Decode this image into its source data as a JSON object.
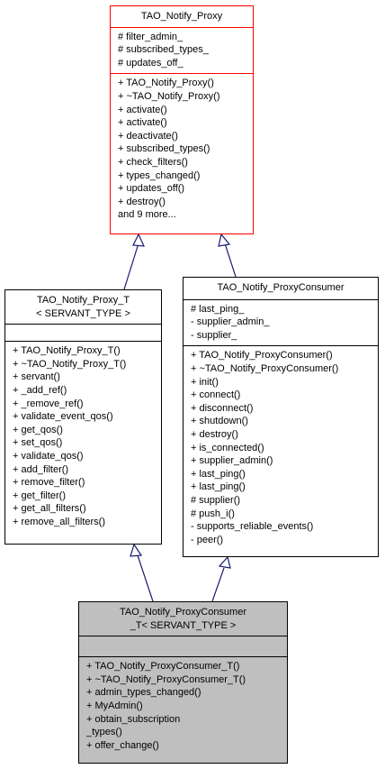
{
  "nodes": {
    "proxy": {
      "title": [
        "TAO_Notify_Proxy"
      ],
      "attributes": [
        "# filter_admin_",
        "# subscribed_types_",
        "# updates_off_"
      ],
      "operations": [
        "+ TAO_Notify_Proxy()",
        "+ ~TAO_Notify_Proxy()",
        "+ activate()",
        "+ activate()",
        "+ deactivate()",
        "+ subscribed_types()",
        "+ check_filters()",
        "+ types_changed()",
        "+ updates_off()",
        "+ destroy()",
        "and 9 more..."
      ]
    },
    "proxy_t": {
      "title": [
        "TAO_Notify_Proxy_T",
        "< SERVANT_TYPE >"
      ],
      "attributes": [],
      "operations": [
        "+ TAO_Notify_Proxy_T()",
        "+ ~TAO_Notify_Proxy_T()",
        "+ servant()",
        "+ _add_ref()",
        "+ _remove_ref()",
        "+ validate_event_qos()",
        "+ get_qos()",
        "+ set_qos()",
        "+ validate_qos()",
        "+ add_filter()",
        "+ remove_filter()",
        "+ get_filter()",
        "+ get_all_filters()",
        "+ remove_all_filters()"
      ]
    },
    "proxy_consumer": {
      "title": [
        "TAO_Notify_ProxyConsumer"
      ],
      "attributes": [
        "# last_ping_",
        "- supplier_admin_",
        "- supplier_"
      ],
      "operations": [
        "+ TAO_Notify_ProxyConsumer()",
        "+ ~TAO_Notify_ProxyConsumer()",
        "+ init()",
        "+ connect()",
        "+ disconnect()",
        "+ shutdown()",
        "+ destroy()",
        "+ is_connected()",
        "+ supplier_admin()",
        "+ last_ping()",
        "+ last_ping()",
        "# supplier()",
        "# push_i()",
        "- supports_reliable_events()",
        "- peer()"
      ]
    },
    "proxy_consumer_t": {
      "title": [
        "TAO_Notify_ProxyConsumer",
        "_T< SERVANT_TYPE >"
      ],
      "attributes": [],
      "operations": [
        "+ TAO_Notify_ProxyConsumer_T()",
        "+ ~TAO_Notify_ProxyConsumer_T()",
        "+ admin_types_changed()",
        "+ MyAdmin()",
        "+ obtain_subscription",
        "_types()",
        "+ offer_change()"
      ]
    }
  },
  "colors": {
    "focus_border": "#ff0000",
    "highlight_fill": "#bfbfbf",
    "edge": "#191970"
  }
}
